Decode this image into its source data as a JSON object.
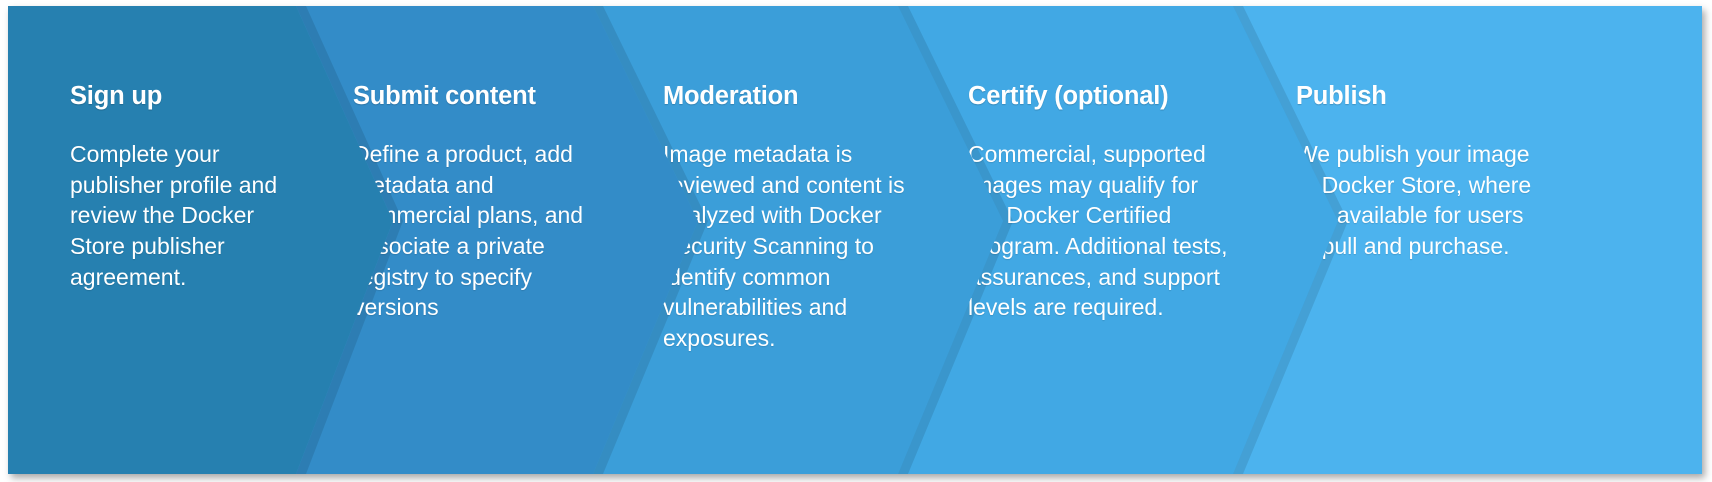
{
  "diagram": {
    "type": "chevron-process",
    "orientation": "horizontal",
    "step_count": 5,
    "background_color": "#ffffff",
    "text_color": "#ffffff",
    "steps": [
      {
        "index": 1,
        "name": "sign-up",
        "title": "Sign up",
        "description": "Complete your publisher profile and review the Docker Store publisher agreement.",
        "color": "#2680b0"
      },
      {
        "index": 2,
        "name": "submit-content",
        "title": "Submit content",
        "description": "Define a product, add metadata and commercial plans, and associate a private registry to specify versions",
        "color": "#338cc8"
      },
      {
        "index": 3,
        "name": "moderation",
        "title": "Moderation",
        "description": "Image metadata is reviewed and content is analyzed with Docker Security Scanning to identify common vulnerabilities and exposures.",
        "color": "#3b9ed9"
      },
      {
        "index": 4,
        "name": "certify",
        "title": "Certify (optional)",
        "description": "Commercial, supported images may qualify for the Docker Certified program.  Additional tests, assurances, and support levels are required.",
        "color": "#41a8e4"
      },
      {
        "index": 5,
        "name": "publish",
        "title": "Publish",
        "description": "We publish your image to Docker Store, where it is available for users to pull and purchase.",
        "color": "#4cb3ee"
      }
    ]
  }
}
